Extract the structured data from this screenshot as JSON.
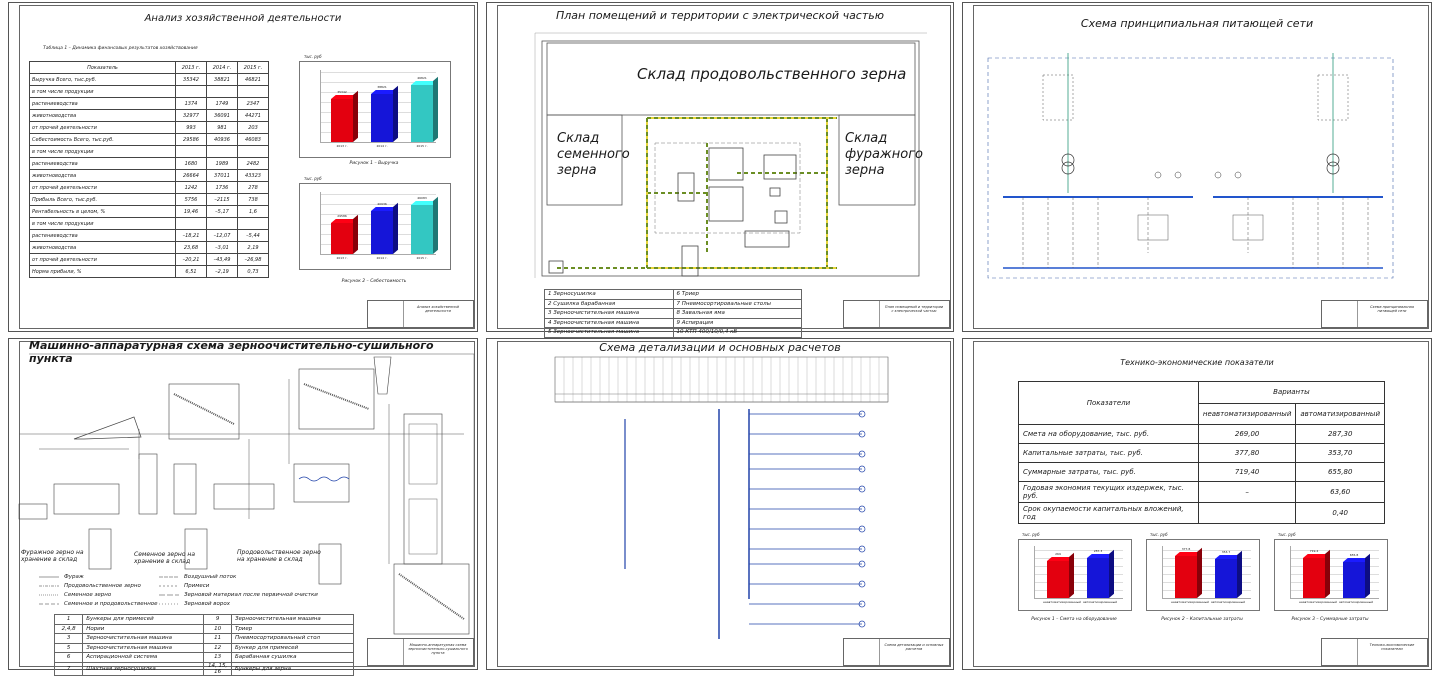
{
  "sheets": {
    "s1": {
      "title": "Анализ хозяйственной деятельности",
      "table_caption": "Таблица 1 – Динамика финансовых результатов хозяйствования",
      "headers": [
        "Показатель",
        "2013 г.",
        "2014 г.",
        "2015 г."
      ],
      "rows": [
        [
          "Выручка Всего, тыс.руб.",
          "35342",
          "38821",
          "46821"
        ],
        [
          "в том числе продукции",
          "",
          "",
          ""
        ],
        [
          "растениеводства",
          "1374",
          "1749",
          "2347"
        ],
        [
          "животноводства",
          "32977",
          "36091",
          "44271"
        ],
        [
          "от прочей деятельности",
          "993",
          "981",
          "203"
        ],
        [
          "Себестоимость Всего, тыс.руб.",
          "29586",
          "40936",
          "46083"
        ],
        [
          "в том числе продукции",
          "",
          "",
          ""
        ],
        [
          "растениеводства",
          "1680",
          "1989",
          "2482"
        ],
        [
          "животноводства",
          "26664",
          "37011",
          "43323"
        ],
        [
          "от прочей деятельности",
          "1242",
          "1736",
          "278"
        ],
        [
          "Прибыль Всего, тыс.руб.",
          "5756",
          "–2115",
          "738"
        ],
        [
          "Рентабельность в целом, %",
          "19,46",
          "–5,17",
          "1,6"
        ],
        [
          "в том числе продукции",
          "",
          "",
          ""
        ],
        [
          "растениеводства",
          "–18,21",
          "–12,07",
          "–5,44"
        ],
        [
          "животноводства",
          "23,68",
          "–3,01",
          "2,19"
        ],
        [
          "от прочей деятельности",
          "–20,21",
          "–43,49",
          "–26,98"
        ],
        [
          "Норма прибыли, %",
          "6,51",
          "–2,19",
          "0,73"
        ]
      ],
      "chart1_unit": "тыс. руб",
      "chart1_caption": "Рисунок 1 – Выручка",
      "chart2_unit": "тыс. руб",
      "chart2_caption": "Рисунок 2 – Себестоимость",
      "stamp": "Анализ хозяйственной деятельности"
    },
    "s2": {
      "title": "План помещений и территории с электрической частью",
      "room_main": "Склад продовольственного зерна",
      "room_left": "Склад семенного зерна",
      "room_right": "Склад фуражного зерна",
      "legend": [
        [
          "1 Зерносушилка",
          "6 Триер"
        ],
        [
          "2 Сушилка барабанная",
          "7 Пневмосортировальные столы"
        ],
        [
          "3 Зерноочистительная машина",
          "8 Завальная яма"
        ],
        [
          "4 Зерноочистительная машина",
          "9 Аспирация"
        ],
        [
          "5 Зерноочистительная машина",
          "10 КТП 400/10/0,4 кВ"
        ]
      ],
      "stamp": "План помещений и территории с электрической частью"
    },
    "s3": {
      "title": "Схема принципиальная питающей сети",
      "stamp": "Схема принципиальная питающей сети"
    },
    "s4": {
      "title": "Машинно-аппаратурная схема зерноочистительно-сушильного пункта",
      "flow_labels": [
        "Фуражное зерно на хранение в склад",
        "Семенное зерно на хранение в склад",
        "Продовольственное зерно на хранение в склад"
      ],
      "legend_left": [
        "Фураж",
        "Продовольственное зерно",
        "Семенное зерно",
        "Семенное и продовольственное"
      ],
      "legend_right": [
        "Воздушный поток",
        "Примеси",
        "Зерновой материал после первичной очистки",
        "Зерновой ворох"
      ],
      "equipment": [
        [
          "1",
          "Бункеры для примесей",
          "9",
          "Зерноочистительная машина"
        ],
        [
          "2,4,8",
          "Нории",
          "10",
          "Триер"
        ],
        [
          "3",
          "Зерноочистительная машина",
          "11",
          "Пневмосортировальный стол"
        ],
        [
          "5",
          "Зерноочистительная машина",
          "12",
          "Бункер для примесей"
        ],
        [
          "6",
          "Аспирационной система",
          "13",
          "Барабанная сушилка"
        ],
        [
          "7",
          "Шахтная зерносушилка",
          "14, 15, 16",
          "Бункеры для зерна"
        ]
      ],
      "stamp": "Машинно-аппаратурная схема зерноочистительно-сушильного пункта"
    },
    "s5": {
      "title": "Схема детализации и основных расчетов",
      "stamp": "Схема детализации и основных расчетов"
    },
    "s6": {
      "title": "Технико-экономические показатели",
      "col_indicator": "Показатели",
      "col_variants": "Варианты",
      "col_v1": "неавтоматизированный",
      "col_v2": "автоматизированный",
      "rows": [
        [
          "Смета на оборудование, тыс. руб.",
          "269,00",
          "287,30"
        ],
        [
          "Капитальные затраты, тыс. руб.",
          "377,80",
          "353,70"
        ],
        [
          "Суммарные затраты, тыс. руб.",
          "719,40",
          "655,80"
        ],
        [
          "Годовая экономия текущих издержек, тыс. руб.",
          "–",
          "63,60"
        ],
        [
          "Срок окупаемости капитальных вложений, год",
          "",
          "0,40"
        ]
      ],
      "unit": "тыс. руб",
      "captions": [
        "Рисунок 1 – Смета на оборудование",
        "Рисунок 2 – Капитальные затраты",
        "Рисунок 3 – Суммарные затраты"
      ],
      "stamp": "Технико-экономические показатели"
    }
  },
  "colors": {
    "red": "#e3000f",
    "blue": "#1515d8",
    "teal": "#33c7c2",
    "wire_green": "#6b8e23",
    "wire_yellow": "#e8d53a",
    "line_blue": "#4466aa"
  },
  "chart_data": [
    {
      "type": "bar",
      "categories": [
        "2013 г.",
        "2014 г.",
        "2015 г."
      ],
      "values": [
        35342,
        38821,
        46821
      ]
    },
    {
      "type": "bar",
      "categories": [
        "2013 г.",
        "2014 г.",
        "2015 г."
      ],
      "values": [
        29586,
        40936,
        46083
      ]
    },
    {
      "type": "bar",
      "categories": [
        "неавтоматизированный",
        "автоматизированный"
      ],
      "values": [
        269.0,
        287.3
      ]
    },
    {
      "type": "bar",
      "categories": [
        "неавтоматизированный",
        "автоматизированный"
      ],
      "values": [
        377.8,
        353.7
      ]
    },
    {
      "type": "bar",
      "categories": [
        "неавтоматизированный",
        "автоматизированный"
      ],
      "values": [
        719.4,
        655.8
      ]
    }
  ]
}
